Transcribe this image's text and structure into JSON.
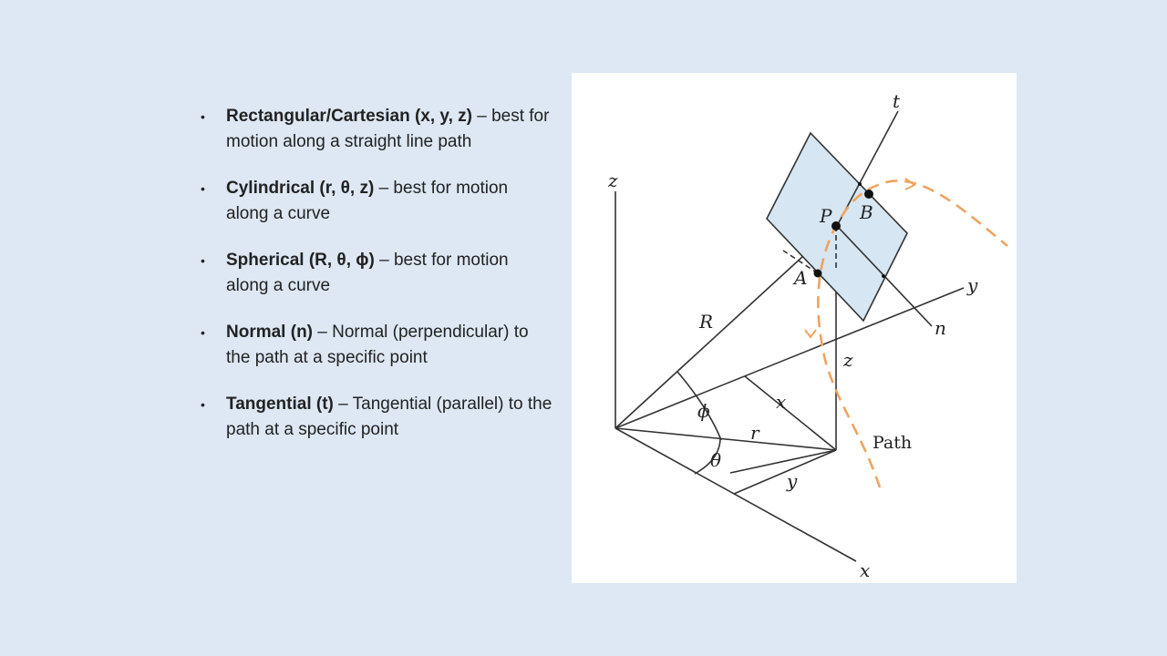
{
  "bullets": [
    {
      "term": "Rectangular/Cartesian (x, y, z)",
      "desc": " – best for motion along a straight line path"
    },
    {
      "term": "Cylindrical (r, θ, z)",
      "desc": " – best for motion along a curve"
    },
    {
      "term": "Spherical (R, θ, ϕ)",
      "desc": " – best for motion along a curve"
    },
    {
      "term": "Normal (n)",
      "desc": " – Normal (perpendicular) to the path at a specific point"
    },
    {
      "term": "Tangential (t)",
      "desc": " – Tangential (parallel) to the path at a specific point"
    }
  ],
  "diagram": {
    "labels": {
      "z_axis": "z",
      "y_axis": "y",
      "x_axis": "x",
      "t": "t",
      "n": "n",
      "P": "P",
      "A": "A",
      "B": "B",
      "R": "R",
      "phi": "ϕ",
      "theta": "θ",
      "r": "r",
      "x_proj": "x",
      "y_proj": "y",
      "z_height": "z",
      "path": "Path"
    },
    "colors": {
      "path_curve": "#f0a35e",
      "plane_fill": "#d6e6f2",
      "line": "#333333"
    }
  }
}
